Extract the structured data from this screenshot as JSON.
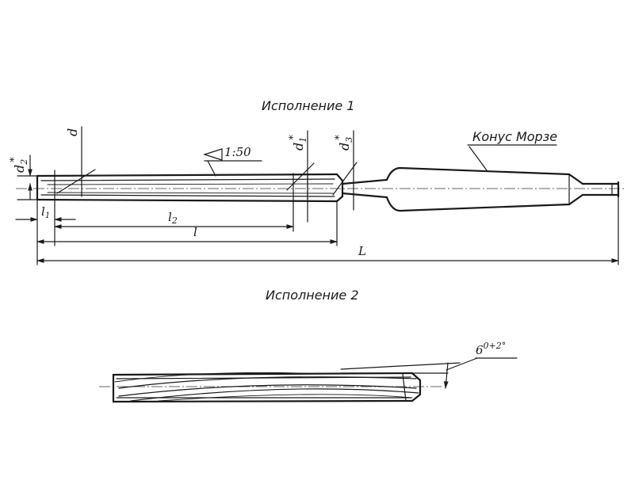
{
  "variant1": {
    "title": "Исполнение 1",
    "morse_label": "Конус Морзе",
    "taper_symbol": "1:50",
    "labels": {
      "d": "d",
      "d1": "d",
      "d1_sub": "1",
      "d3": "d",
      "d3_sub": "3",
      "d2": "d",
      "d2_sub": "2",
      "star": "*",
      "l1": "l",
      "l1_sub": "1",
      "l2": "l",
      "l2_sub": "2",
      "l": "l",
      "L": "L"
    }
  },
  "variant2": {
    "title": "Исполнение 2",
    "angle_label": "6",
    "angle_tol": "0+2°"
  }
}
